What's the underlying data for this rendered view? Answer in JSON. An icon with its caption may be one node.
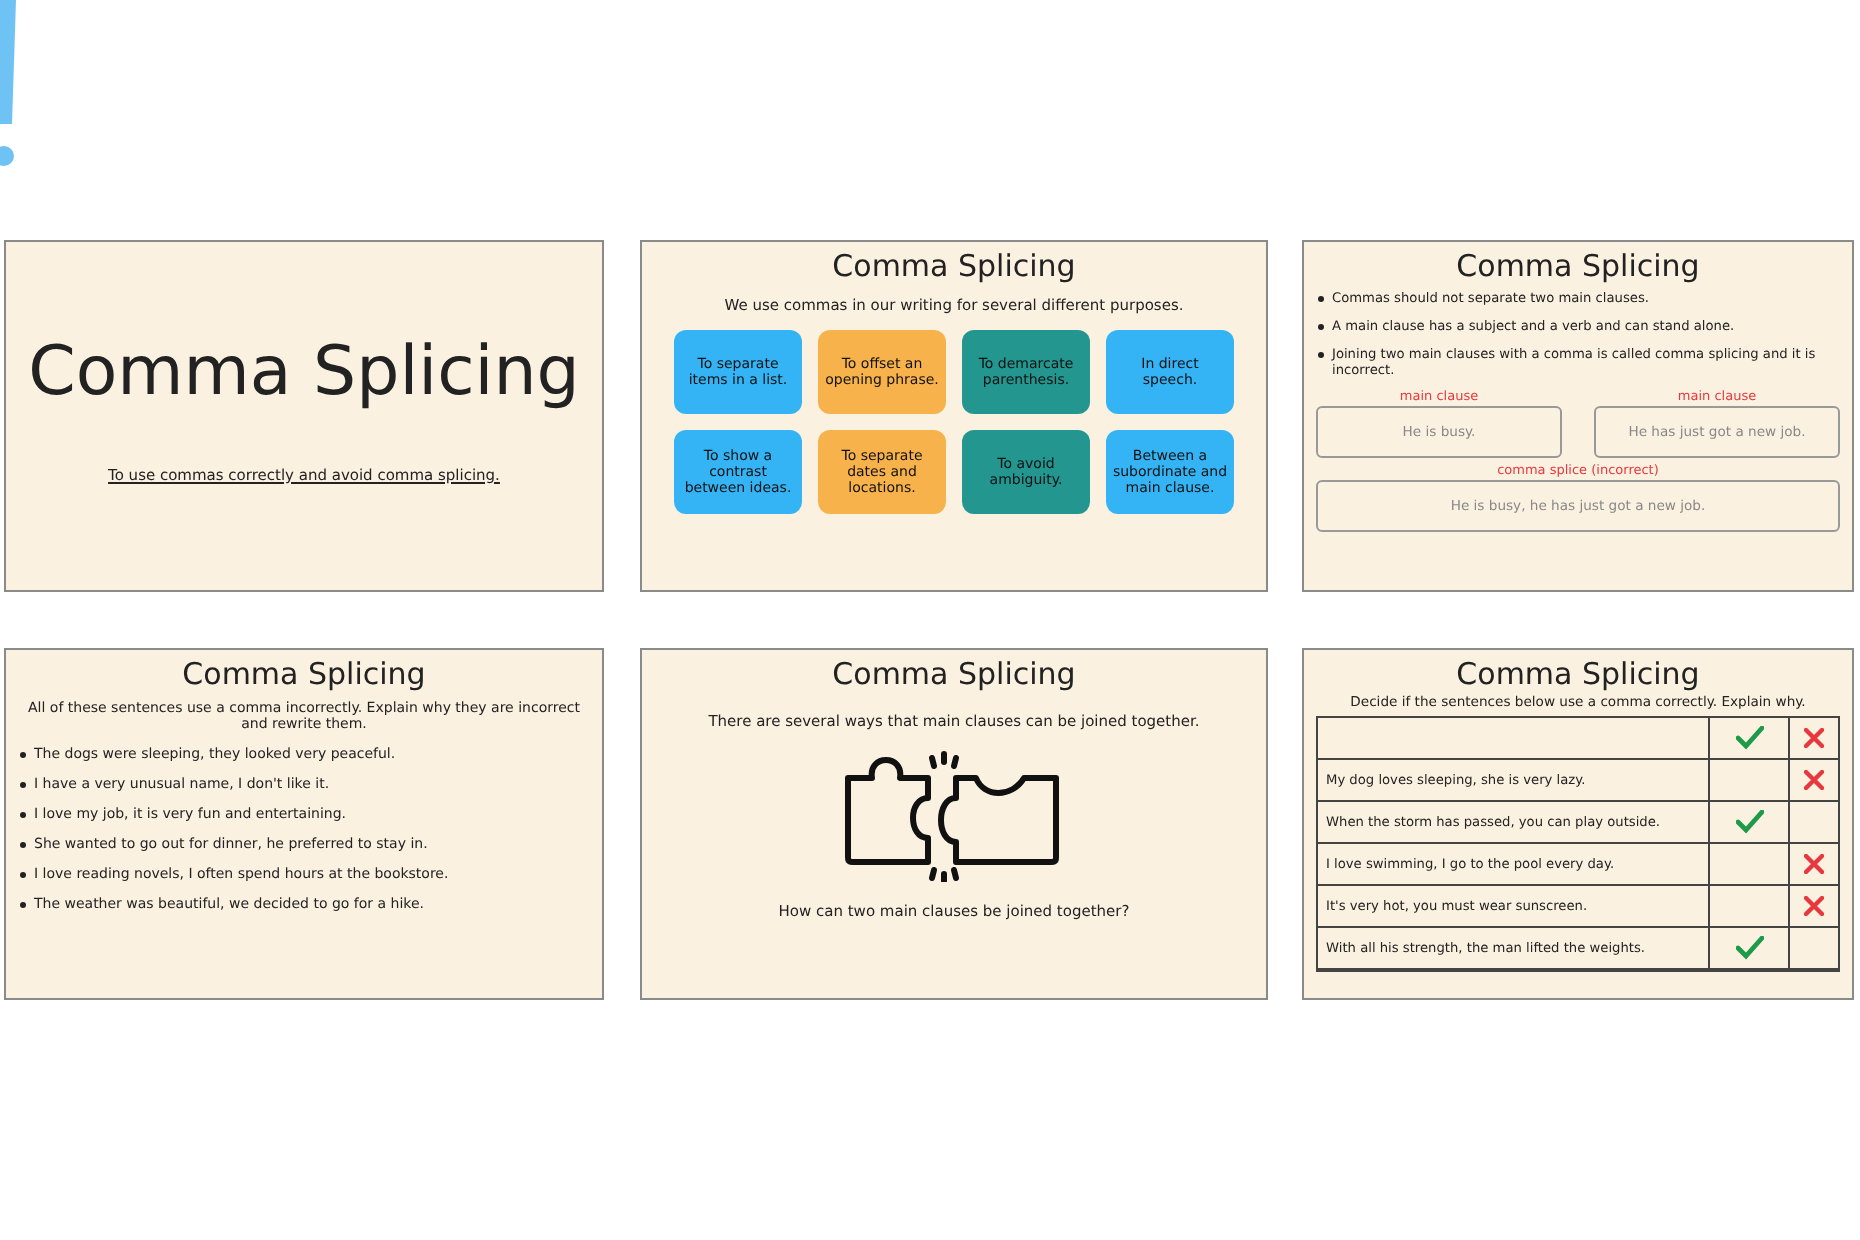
{
  "diagram": {
    "nodes": [
      {
        "text": [
          "Comma Splicing",
          "To use commas correctly and avoid comma splicing."
        ]
      },
      {
        "text": [
          "Comma Splicing",
          "We use commas in our writing for several different purposes."
        ]
      },
      {
        "text": [
          "To separate items in a list."
        ],
        "in": 1
      },
      {
        "text": [
          "To offset an opening phrase."
        ],
        "in": 1
      },
      {
        "text": [
          "To demarcate parenthesis."
        ],
        "in": 1
      },
      {
        "text": [
          "In direct speech."
        ],
        "in": 1
      },
      {
        "text": [
          "To show a contrast between ideas."
        ],
        "in": 1
      },
      {
        "text": [
          "To separate dates and locations."
        ],
        "in": 1
      },
      {
        "text": [
          "To avoid ambiguity."
        ],
        "in": 1
      },
      {
        "text": [
          "Between a subordinate and main clause."
        ],
        "in": 1
      },
      {
        "text": [
          "Comma Splicing",
          "Commas should not separate two main clauses.",
          "A main clause has a subject and a verb and can stand alone.",
          "Joining two main clauses with a comma is called comma splicing and it is incorrect."
        ]
      },
      {
        "text": [
          "He is busy."
        ],
        "in": 10,
        "beside": [
          "main clause"
        ]
      },
      {
        "text": [
          "He has just got a new job."
        ],
        "in": 10,
        "beside": [
          "main clause"
        ]
      },
      {
        "text": [
          "He is busy, he has just got a new job."
        ],
        "in": 10,
        "beside": [
          "comma splice (incorrect)"
        ]
      },
      {
        "text": [
          "Comma Splicing",
          "All of these sentences use a comma incorrectly. Explain why they are incorrect and rewrite them.",
          "The dogs were sleeping, they looked very peaceful.",
          "I have a very unusual name, I don't like it.",
          "I love my job, it is very fun and entertaining.",
          "She wanted to go out for dinner, he preferred to stay in.",
          "I love reading novels, I often spend hours at the bookstore.",
          "The weather was beautiful, we decided to go for a hike."
        ]
      },
      {
        "text": [
          "Comma Splicing",
          "There are several ways that main clauses can be joined together.",
          "How can two main clauses be joined together?"
        ]
      },
      {
        "text": [
          "Comma Splicing",
          "Decide if the sentences below use a comma correctly. Explain why.",
          "My dog loves sleeping, she is very lazy.",
          "When the storm has passed, you can play outside.",
          "I love swimming, I go to the pool every day.",
          "It's very hot, you must wear sunscreen.",
          "With all his strength, the man lifted the weights."
        ]
      }
    ]
  }
}
